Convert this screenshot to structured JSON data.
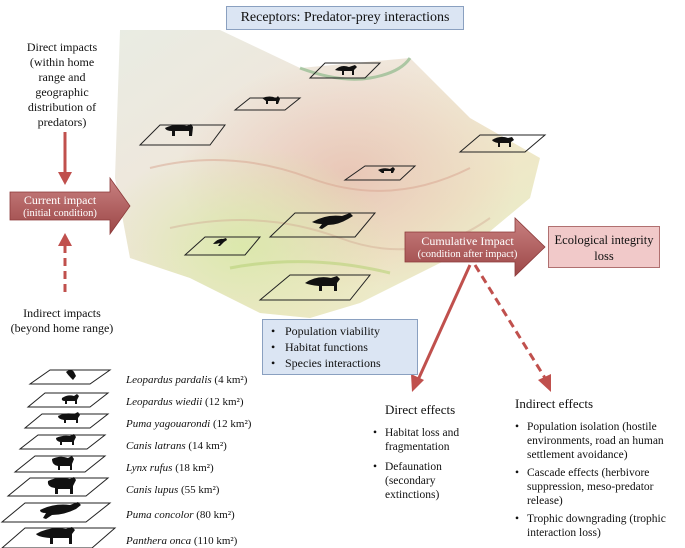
{
  "title": "Receptors: Predator-prey interactions",
  "direct_impacts_label": [
    "Direct impacts",
    "(within home",
    "range and",
    "geographic",
    "distribution of",
    "predators)"
  ],
  "indirect_impacts_label": [
    "Indirect impacts",
    "(beyond home range)"
  ],
  "current_impact": {
    "title": "Current impact",
    "subtitle": "(initial condition)"
  },
  "cumulative_impact": {
    "title": "Cumulative Impact",
    "subtitle": "(condition after impact)"
  },
  "ecological_integrity": {
    "line1": "Ecological integrity",
    "line2": "loss"
  },
  "receptors": [
    "Population viability",
    "Habitat functions",
    "Species interactions"
  ],
  "direct_effects": {
    "heading": "Direct effects",
    "items": [
      "Habitat loss and fragmentation",
      "Defaunation (secondary extinctions)"
    ]
  },
  "indirect_effects": {
    "heading": "Indirect effects",
    "items": [
      "Population isolation (hostile environments, road an human settlement avoidance)",
      "Cascade effects (herbivore suppression, meso-predator release)",
      "Trophic downgrading (trophic interaction loss)"
    ]
  },
  "species": [
    {
      "name": "Leopardus pardalis",
      "area": "(4 km²)"
    },
    {
      "name": "Leopardus wiedii",
      "area": "(12 km²)"
    },
    {
      "name": "Puma yagouarondi",
      "area": "(12 km²)"
    },
    {
      "name": "Canis latrans",
      "area": "(14 km²)"
    },
    {
      "name": "Lynx rufus",
      "area": "(18 km²)"
    },
    {
      "name": "Canis lupus",
      "area": "(55 km²)"
    },
    {
      "name": "Puma concolor",
      "area": "(80 km²)"
    },
    {
      "name": "Panthera onca",
      "area": "(110 km²)"
    }
  ],
  "colors": {
    "arrow_red": "#a64848",
    "arrow_dark": "#8c2f2f",
    "receptor_blue": "#dbe5f3",
    "eco_pink": "#f1c9c9"
  }
}
